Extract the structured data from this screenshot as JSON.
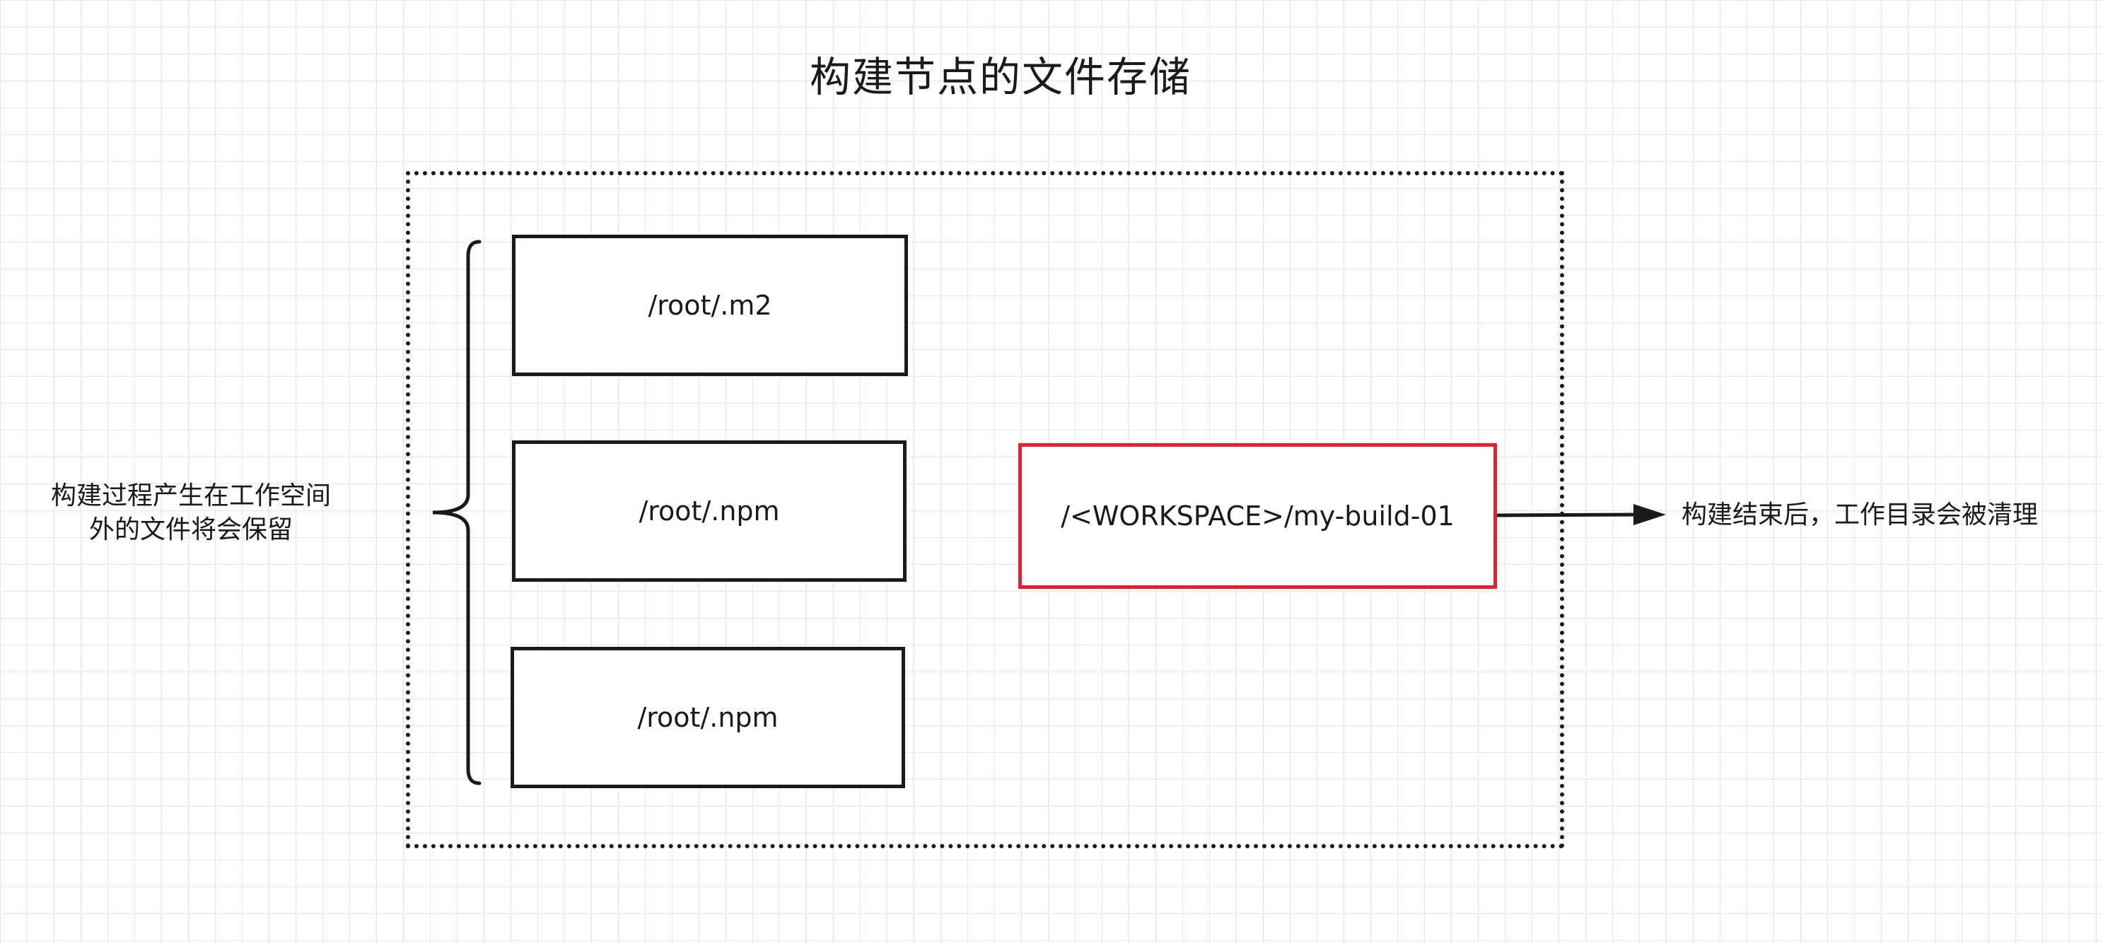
{
  "title": "构建节点的文件存储",
  "persistent_dirs": [
    {
      "label": "/root/.m2"
    },
    {
      "label": "/root/.npm"
    },
    {
      "label": "/root/.npm"
    }
  ],
  "workspace": {
    "label": "/<WORKSPACE>/my-build-01",
    "border_color": "#e8202d"
  },
  "notes": {
    "left_line1": "构建过程产生在工作空间",
    "left_line2": "外的文件将会保留",
    "right": "构建结束后，工作目录会被清理"
  }
}
